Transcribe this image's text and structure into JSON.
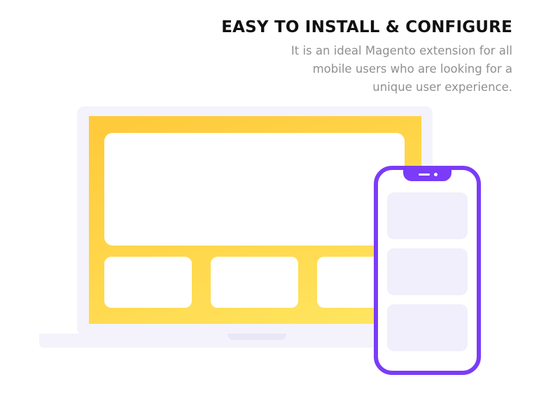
{
  "header": {
    "title": "EASY TO INSTALL & CONFIGURE",
    "description_lines": [
      "It is an ideal Magento extension for all",
      "mobile users who are looking for a",
      "unique user experience."
    ]
  },
  "colors": {
    "accent_purple": "#7a3cf8",
    "laptop_screen_gradient": [
      "#ffc93a",
      "#ffe763"
    ],
    "device_bezel": "#f4f3fb",
    "phone_card": "#f0effb"
  },
  "illustration": {
    "laptop": {
      "screen_cards": 4
    },
    "phone": {
      "screen_cards": 3
    }
  }
}
